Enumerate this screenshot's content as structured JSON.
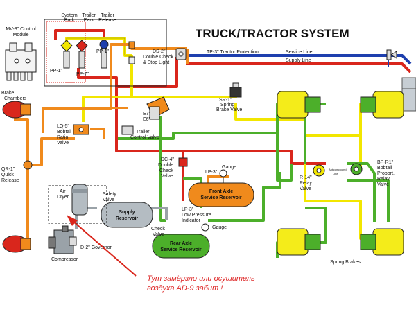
{
  "diagram": {
    "title": "TRUCK/TRACTOR SYSTEM",
    "labels": {
      "mv3_line1": "MV-3\" Control",
      "mv3_line2": "Module",
      "system_park_1": "System",
      "system_park_2": "Park",
      "trailer_park_1": "Trailer",
      "trailer_park_2": "Park",
      "trailer_release_1": "Trailer",
      "trailer_release_2": "Release",
      "pp1_top": "PP-1\"",
      "pp1_left": "PP-1\"",
      "pp7": "PP-7\"",
      "ds2_1": "DS-2\"",
      "ds2_2": "Double Check",
      "ds2_3": "& Stop Light",
      "tp3": "TP-3\" Tractor Protection",
      "service_line": "Service Line",
      "supply_line": "Supply Line",
      "brake_chambers_1": "Brake",
      "brake_chambers_2": "Chambers",
      "sr1_1": "SR-1\"",
      "sr1_2": "Spring",
      "sr1_3": "Brake Valve",
      "e7": "E7\"",
      "e6": "E6\"",
      "lq5_1": "LQ-5\"",
      "lq5_2": "Bobtail",
      "lq5_3": "Ratio",
      "lq5_4": "Valve",
      "trailer_cv_1": "Trailer",
      "trailer_cv_2": "Control Valve",
      "qr1_1": "QR-1\"",
      "qr1_2": "Quick",
      "qr1_3": "Release",
      "dc4_1": "DC-4\"",
      "dc4_2": "Double",
      "dc4_3": "Check",
      "dc4_4": "Valve",
      "lp3_top": "LP-3\"",
      "gauge_top": "Gauge",
      "front_res_1": "Front Axle",
      "front_res_2": "Service Reservoir",
      "r14_1": "R-14\"",
      "r14_2": "Relay",
      "r14_3": "Valve",
      "bpr1_1": "BP-R1\"",
      "bpr1_2": "Bobtail",
      "bpr1_3": "Proport.",
      "bpr1_4": "Relay",
      "bpr1_5": "Valve",
      "antic_1": "Anticompound",
      "antic_2": "Line",
      "air_dryer_1": "Air",
      "air_dryer_2": "Dryer",
      "safety_valve_1": "Safety",
      "safety_valve_2": "Valve",
      "supply_res_1": "Supply",
      "supply_res_2": "Reservoir",
      "lp3_mid_1": "LP-3\"",
      "lp3_mid_2": "Low Pressure",
      "lp3_mid_3": "Indicator",
      "gauge_mid": "Gauge",
      "check_valve_1": "Check",
      "check_valve_2": "Valve",
      "rear_res_1": "Rear Axle",
      "rear_res_2": "Service Reservoir",
      "d2_governor": "D-2\" Governor",
      "compressor": "Compressor",
      "spring_brakes": "Spring Brakes"
    },
    "annotation": {
      "line1": "Тут замёрзло или  осушитель",
      "line2": "воздуха AD-9 забит !"
    },
    "colors": {
      "red": "#d9261c",
      "yellow": "#f2e600",
      "green": "#4caf2a",
      "orange": "#f08a1c",
      "blue": "#1e3fae",
      "grey": "#9aa2a8",
      "chamber_yellow": "#f4ec1a"
    }
  }
}
